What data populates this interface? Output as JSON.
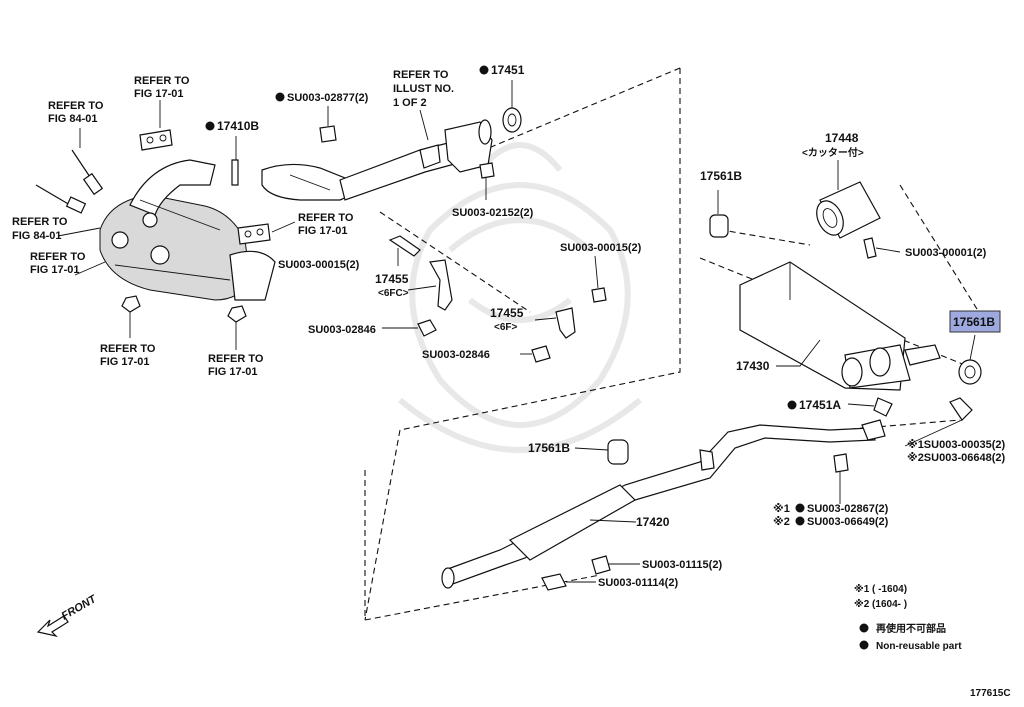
{
  "labels": {
    "refer_fig84_a": [
      "REFER TO",
      "FIG 84-01"
    ],
    "refer_fig17_a": [
      "REFER TO",
      "FIG 17-01"
    ],
    "refer_fig84_b": [
      "REFER TO",
      "FIG 84-01"
    ],
    "refer_fig17_b": [
      "REFER TO",
      "FIG 17-01"
    ],
    "refer_fig17_c": [
      "REFER TO",
      "FIG 17-01"
    ],
    "refer_fig17_d": [
      "REFER TO",
      "FIG 17-01"
    ],
    "refer_fig17_e": [
      "REFER TO",
      "FIG 17-01"
    ],
    "refer_illust": [
      "REFER TO",
      "ILLUST NO.",
      "1 OF 2"
    ]
  },
  "parts": {
    "p17410B": "17410B",
    "su02877": "SU003-02877(2)",
    "p17451": "17451",
    "su02152": "SU003-02152(2)",
    "su00015_a": "SU003-00015(2)",
    "su00015_b": "SU003-00015(2)",
    "p17455_a": "17455",
    "p17455_a_sub": "<6FC>",
    "p17455_b": "17455",
    "p17455_b_sub": "<6F>",
    "su02846_a": "SU003-02846",
    "su02846_b": "SU003-02846",
    "p17448": "17448",
    "p17448_sub": "<カッター付>",
    "su00001": "SU003-00001(2)",
    "p17561B_a": "17561B",
    "p17561B_b": "17561B",
    "p17561B_c": "17561B",
    "p17430": "17430",
    "p17451A": "17451A",
    "su00035": "※1SU003-00035(2)",
    "su06648": "※2SU003-06648(2)",
    "su02867": "SU003-02867(2)",
    "su06649": "SU003-06649(2)",
    "note1_mark": "※1",
    "note2_mark": "※2",
    "p17420": "17420",
    "su01115": "SU003-01115(2)",
    "su01114": "SU003-01114(2)"
  },
  "front": "FRONT",
  "legend": {
    "range1": "※1 (      -1604)",
    "range2": "※2 (1604-       )",
    "nonreuse_jp": "再使用不可部品",
    "nonreuse_en": "Non-reusable part"
  },
  "figure_id": "177615C",
  "highlight_color": "#9ea9e0"
}
